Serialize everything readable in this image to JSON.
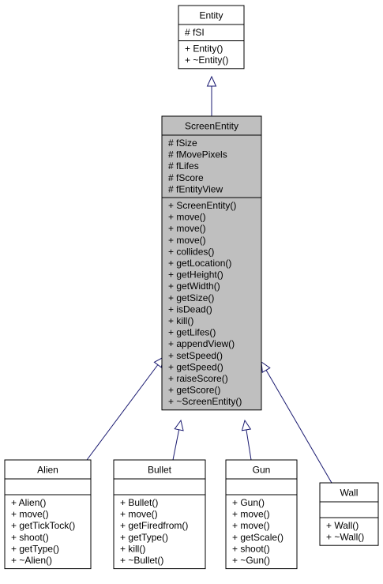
{
  "classes": {
    "entity": {
      "name": "Entity",
      "attributes": [
        "# fSI"
      ],
      "methods": [
        "+ Entity()",
        "+ ~Entity()"
      ]
    },
    "screen_entity": {
      "name": "ScreenEntity",
      "attributes": [
        "# fSize",
        "# fMovePixels",
        "# fLifes",
        "# fScore",
        "# fEntityView"
      ],
      "methods": [
        "+ ScreenEntity()",
        "+ move()",
        "+ move()",
        "+ move()",
        "+ collides()",
        "+ getLocation()",
        "+ getHeight()",
        "+ getWidth()",
        "+ getSize()",
        "+ isDead()",
        "+ kill()",
        "+ getLifes()",
        "+ appendView()",
        "+ setSpeed()",
        "+ getSpeed()",
        "+ raiseScore()",
        "+ getScore()",
        "+ ~ScreenEntity()"
      ]
    },
    "alien": {
      "name": "Alien",
      "attributes": [],
      "methods": [
        "+ Alien()",
        "+ move()",
        "+ getTickTock()",
        "+ shoot()",
        "+ getType()",
        "+ ~Alien()"
      ]
    },
    "bullet": {
      "name": "Bullet",
      "attributes": [],
      "methods": [
        "+ Bullet()",
        "+ move()",
        "+ getFiredfrom()",
        "+ getType()",
        "+ kill()",
        "+ ~Bullet()"
      ]
    },
    "gun": {
      "name": "Gun",
      "attributes": [],
      "methods": [
        "+ Gun()",
        "+ move()",
        "+ move()",
        "+ getScale()",
        "+ shoot()",
        "+ ~Gun()"
      ]
    },
    "wall": {
      "name": "Wall",
      "attributes": [],
      "methods": [
        "+ Wall()",
        "+ ~Wall()"
      ]
    }
  },
  "relations": [
    {
      "from": "screen_entity",
      "to": "entity",
      "kind": "inheritance"
    },
    {
      "from": "alien",
      "to": "screen_entity",
      "kind": "inheritance"
    },
    {
      "from": "bullet",
      "to": "screen_entity",
      "kind": "inheritance"
    },
    {
      "from": "gun",
      "to": "screen_entity",
      "kind": "inheritance"
    },
    {
      "from": "wall",
      "to": "screen_entity",
      "kind": "inheritance"
    }
  ],
  "colors": {
    "edge": "#191970",
    "highlight_fill": "#bfbfbf",
    "box_stroke": "#000000"
  }
}
